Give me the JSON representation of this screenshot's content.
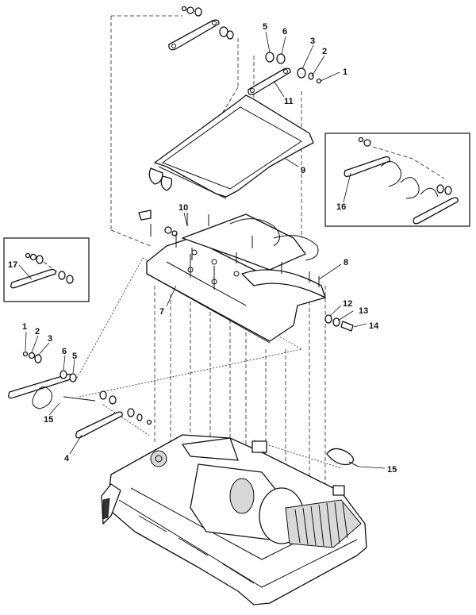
{
  "callouts": [
    {
      "id": "c1a",
      "text": "1"
    },
    {
      "id": "c2a",
      "text": "2"
    },
    {
      "id": "c3a",
      "text": "3"
    },
    {
      "id": "c5a",
      "text": "5"
    },
    {
      "id": "c6a",
      "text": "6"
    },
    {
      "id": "c11",
      "text": "11"
    },
    {
      "id": "c9",
      "text": "9"
    },
    {
      "id": "c16",
      "text": "16"
    },
    {
      "id": "c10",
      "text": "10"
    },
    {
      "id": "c8",
      "text": "8"
    },
    {
      "id": "c7",
      "text": "7"
    },
    {
      "id": "c12",
      "text": "12"
    },
    {
      "id": "c13",
      "text": "13"
    },
    {
      "id": "c14",
      "text": "14"
    },
    {
      "id": "c17",
      "text": "17"
    },
    {
      "id": "c1b",
      "text": "1"
    },
    {
      "id": "c2b",
      "text": "2"
    },
    {
      "id": "c3b",
      "text": "3"
    },
    {
      "id": "c6b",
      "text": "6"
    },
    {
      "id": "c5b",
      "text": "5"
    },
    {
      "id": "c15a",
      "text": "15"
    },
    {
      "id": "c4",
      "text": "4"
    },
    {
      "id": "c15b",
      "text": "15"
    }
  ]
}
